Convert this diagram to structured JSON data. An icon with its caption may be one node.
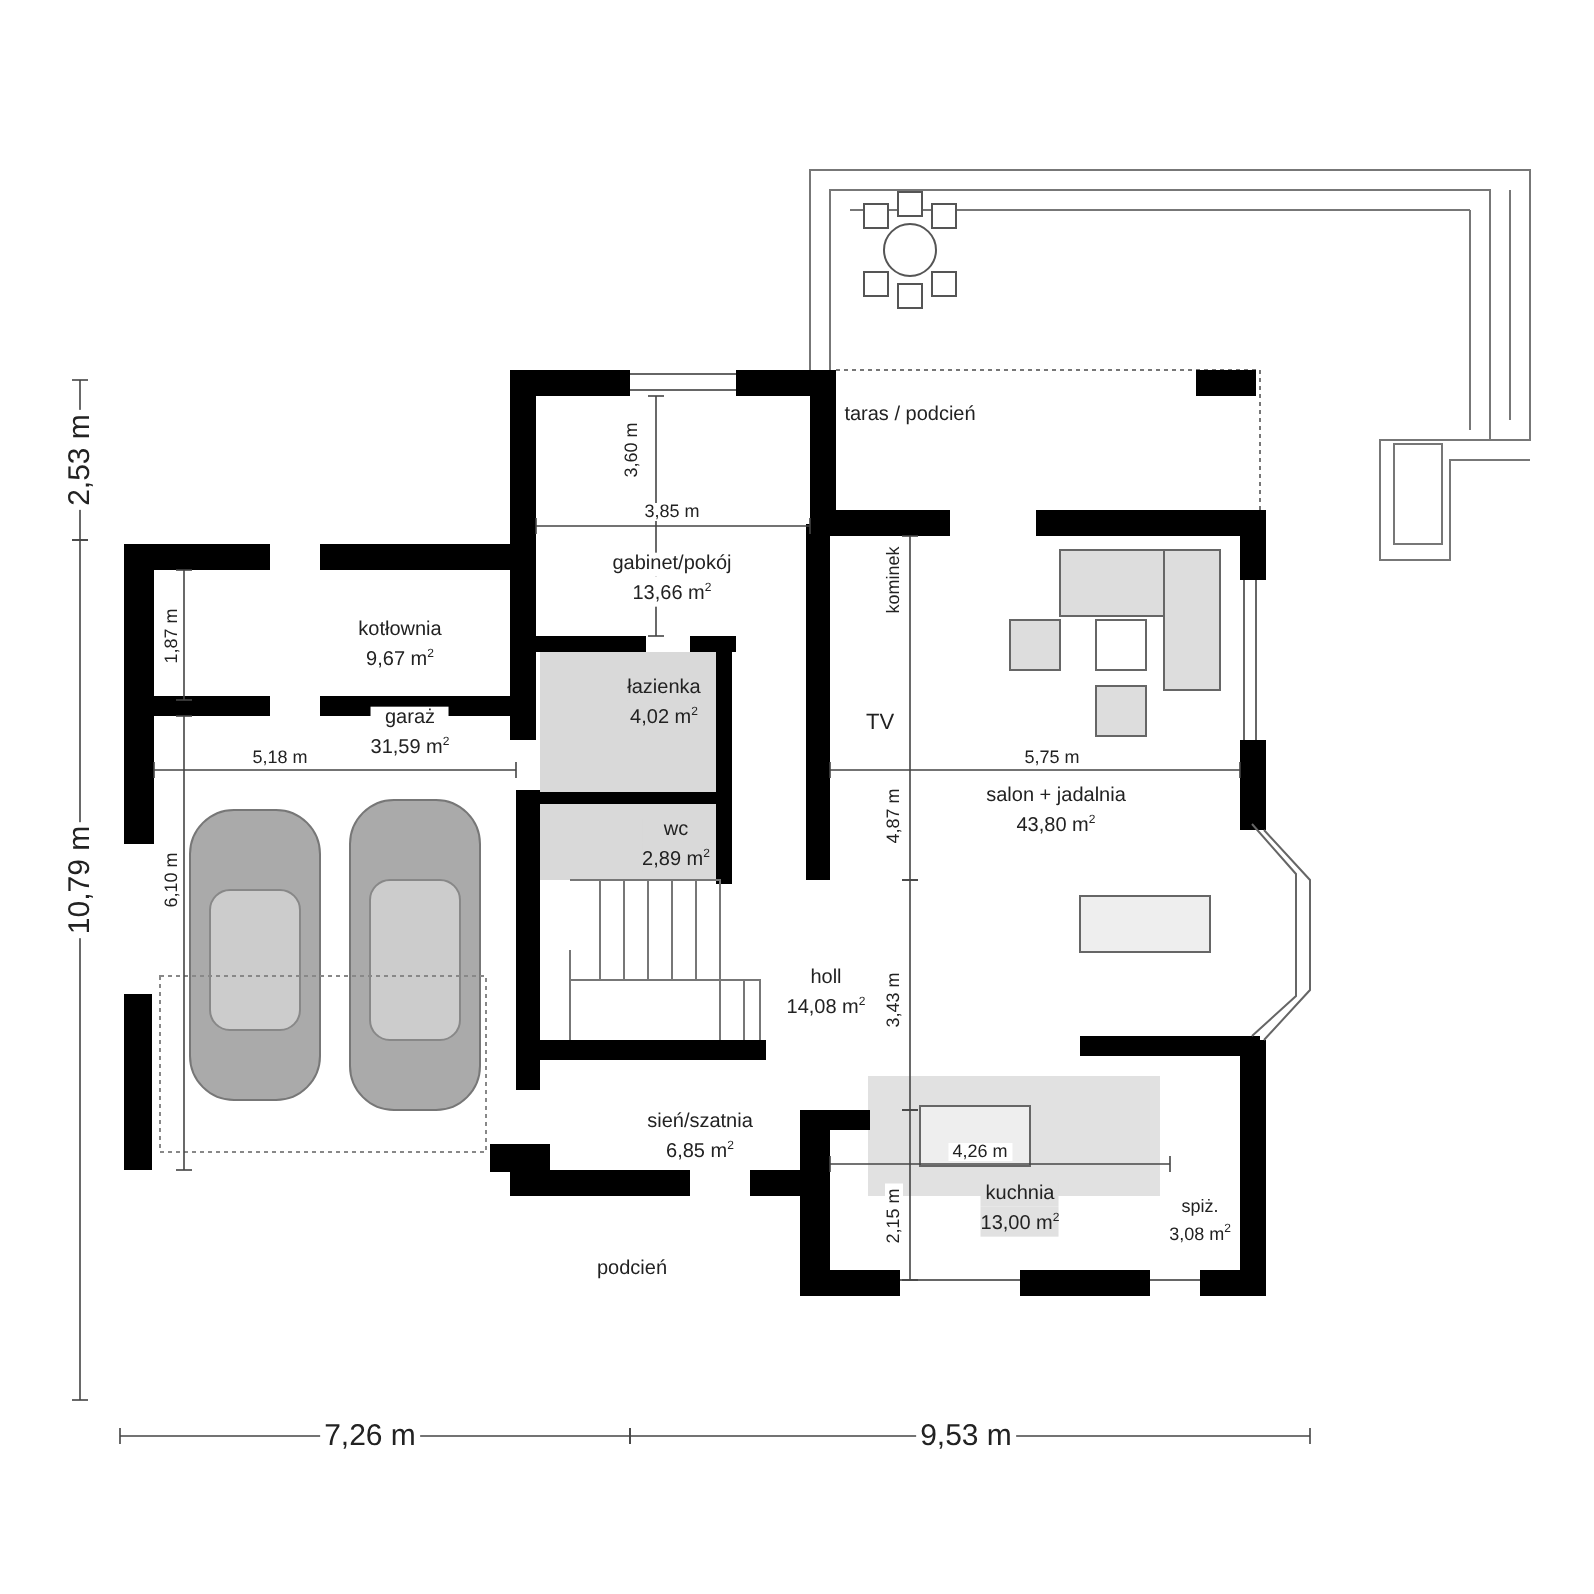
{
  "diagram": {
    "nodes": [
      {
        "text": [
          "taras / podcień"
        ]
      },
      {
        "text": [
          "gabinet/pokój",
          "13,66 m$^{2}$"
        ]
      },
      {
        "text": [
          "kotłownia",
          "9,67 m$^{2}$"
        ]
      },
      {
        "text": [
          "łazienka",
          "4,02 m$^{2}$"
        ]
      },
      {
        "text": [
          "garaż",
          "31,59 m$^{2}$"
        ]
      },
      {
        "text": [
          "salon + jadalnia",
          "43,80 m$^{2}$"
        ]
      },
      {
        "text": [
          "wc",
          "2,89 m$^{2}$"
        ]
      },
      {
        "text": [
          "holl",
          "14,08 m$^{2}$"
        ]
      },
      {
        "text": [
          "sień/szatnia",
          "6,85 m$^{2}$"
        ]
      },
      {
        "text": [
          "kuchnia",
          "13,00 m$^{2}$"
        ]
      },
      {
        "text": [
          "spiż.",
          "3,08 m$^{2}$"
        ]
      },
      {
        "text": [
          "podcień"
        ]
      }
    ],
    "labels": [
      "3,60 m",
      "2,53 m",
      "3,85 m",
      "kominek",
      "1,87 m",
      "TV",
      "5,18 m",
      "5,75 m",
      "4,87 m",
      "10,79 m",
      "6,10 m",
      "3,43 m",
      "4,26 m",
      "2,15 m",
      "7,26 m",
      "9,53 m"
    ]
  }
}
